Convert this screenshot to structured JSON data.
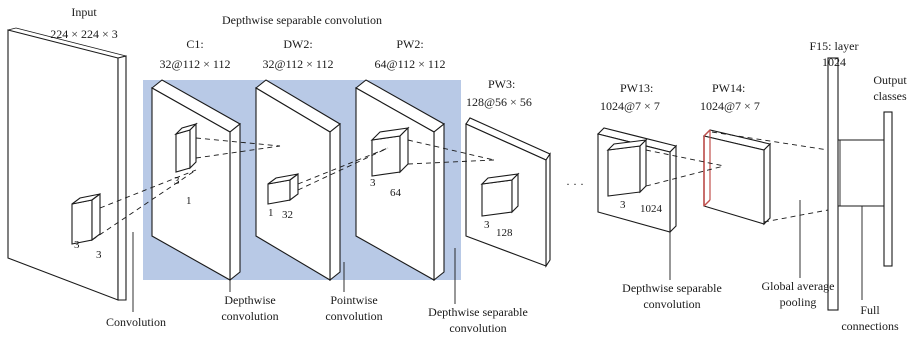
{
  "labels": {
    "input_title": "Input",
    "input_dims": "224 × 224 × 3",
    "group_title": "Depthwise separable convolution",
    "c1_title": "C1:",
    "c1_dims": "32@112 × 112",
    "dw2_title": "DW2:",
    "dw2_dims": "32@112 × 112",
    "pw2_title": "PW2:",
    "pw2_dims": "64@112 × 112",
    "pw3_title": "PW3:",
    "pw3_dims": "128@56 × 56",
    "pw13_title": "PW13:",
    "pw13_dims": "1024@7 × 7",
    "pw14_title": "PW14:",
    "pw14_dims": "1024@7 × 7",
    "f15_title": "F15: layer",
    "f15_dims": "1024",
    "output_line1": "Output",
    "output_line2": "classes",
    "ellipsis": "· · ·"
  },
  "kernel_labels": {
    "input_k1": "3",
    "input_k2": "3",
    "c1_k1": "3",
    "c1_k2": "1",
    "dw2_k1": "1",
    "dw2_k2": "32",
    "pw2_k1": "3",
    "pw2_k2": "64",
    "pw3_k1": "3",
    "pw3_k2": "128",
    "pw13_k1": "3",
    "pw13_k2": "1024"
  },
  "annotations": {
    "convolution": "Convolution",
    "depthwise_1": "Depthwise",
    "depthwise_2": "convolution",
    "pointwise_1": "Pointwise",
    "pointwise_2": "convolution",
    "dsc_1_line1": "Depthwise separable",
    "dsc_1_line2": "convolution",
    "dsc_2_line1": "Depthwise separable",
    "dsc_2_line2": "convolution",
    "gap_1": "Global average",
    "gap_2": "pooling",
    "fc_1": "Full",
    "fc_2": "connections"
  },
  "colors": {
    "highlight_region": "#b8c9e6",
    "pw14_front_edge": "#c0504d",
    "ink": "#1a1a1a"
  }
}
